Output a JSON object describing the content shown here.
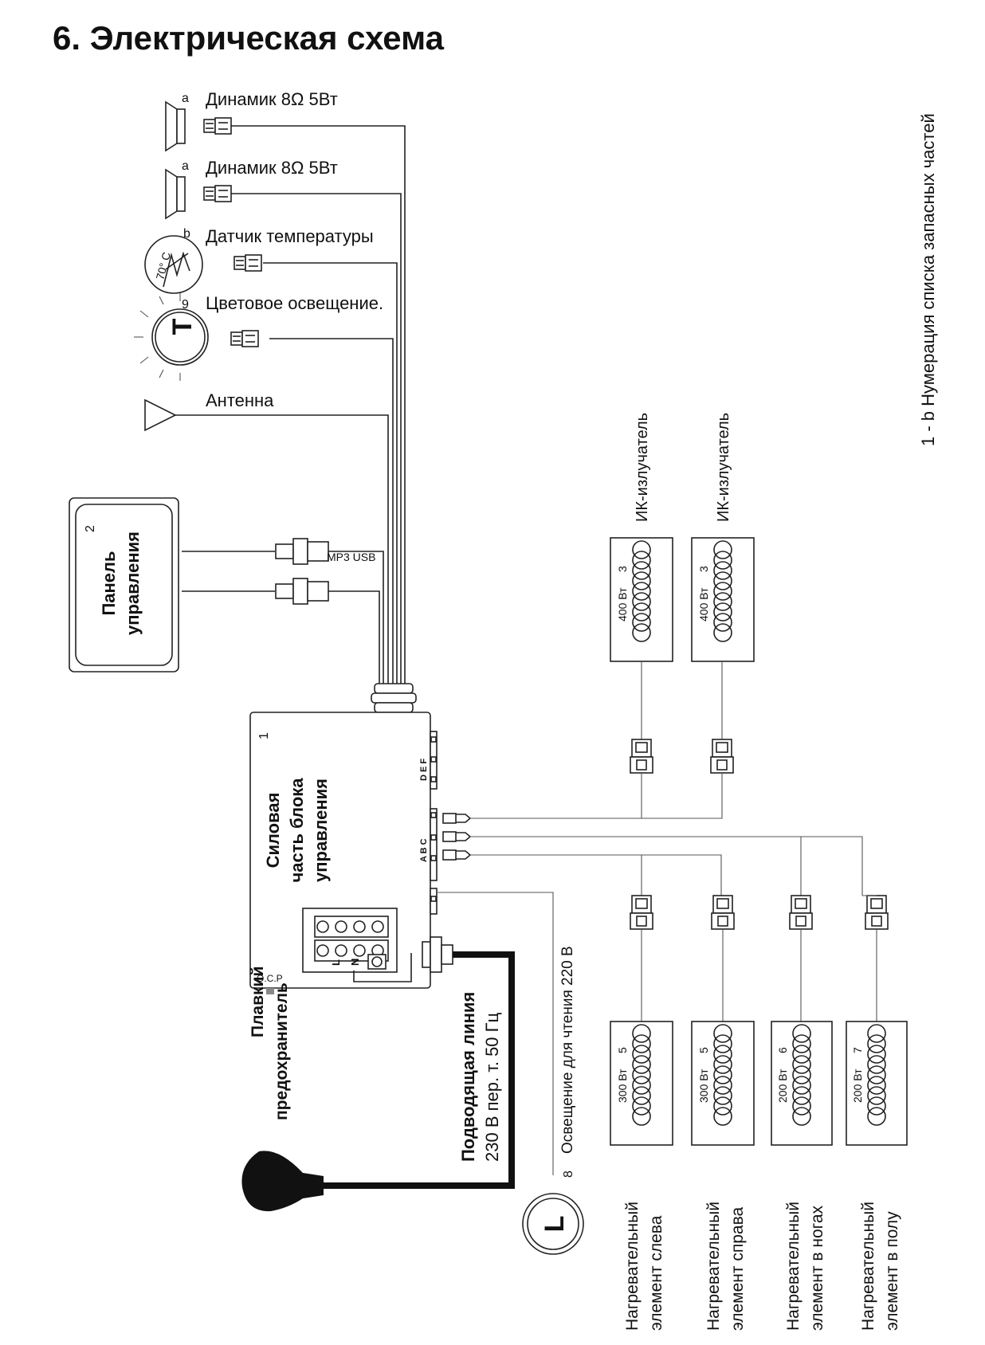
{
  "title": "6. Электрическая схема",
  "side_note": "1 - b  Нумерация списка запасных частей",
  "speakers": [
    {
      "tag": "a",
      "label": "Динамик 8Ω 5Вт",
      "icon": "speaker-icon"
    },
    {
      "tag": "a",
      "label": "Динамик 8Ω 5Вт",
      "icon": "speaker-icon"
    }
  ],
  "temp_sensor": {
    "tag": "b",
    "label": "Датчик температуры",
    "mark": "70° C",
    "icon": "thermostat-icon"
  },
  "color_light": {
    "tag": "9",
    "label": "Цветовое освещение.",
    "mark": "T",
    "icon": "lamp-icon"
  },
  "antenna": {
    "label": "Антенна",
    "icon": "antenna-icon"
  },
  "panel": {
    "num": "2",
    "line1": "Панель",
    "line2": "управления",
    "connector_label": "MP3 USB"
  },
  "power_unit": {
    "num": "1",
    "line1": "Силовая",
    "line2": "часть блока",
    "line3": "управления",
    "ports_top": "D E F",
    "ports_mid": "A B C",
    "ports_abc": "A B C",
    "ocp": "O.C.P",
    "terminal_l": "L",
    "terminal_n": "N"
  },
  "fuse": {
    "line1": "Плавкий",
    "line2": "предохранитель"
  },
  "supply": {
    "line1": "Подводящая линия",
    "line2": "230 В пер. т. 50 Гц"
  },
  "reading_light": {
    "num": "8",
    "label": "Освещение для чтения 220 В",
    "mark": "L"
  },
  "ir_emitters": [
    {
      "label": "ИК-излучатель",
      "power": "400 Вт",
      "num": "3"
    },
    {
      "label": "ИК-излучатель",
      "power": "400 Вт",
      "num": "3"
    }
  ],
  "heaters": [
    {
      "power": "300 Вт",
      "num": "5",
      "line1": "Нагревательный",
      "line2": "элемент слева"
    },
    {
      "power": "300 Вт",
      "num": "5",
      "line1": "Нагревательный",
      "line2": "элемент справа"
    },
    {
      "power": "200 Вт",
      "num": "6",
      "line1": "Нагревательный",
      "line2": "элемент в ногах"
    },
    {
      "power": "200 Вт",
      "num": "7",
      "line1": "Нагревательный",
      "line2": "элемент в полу"
    }
  ]
}
